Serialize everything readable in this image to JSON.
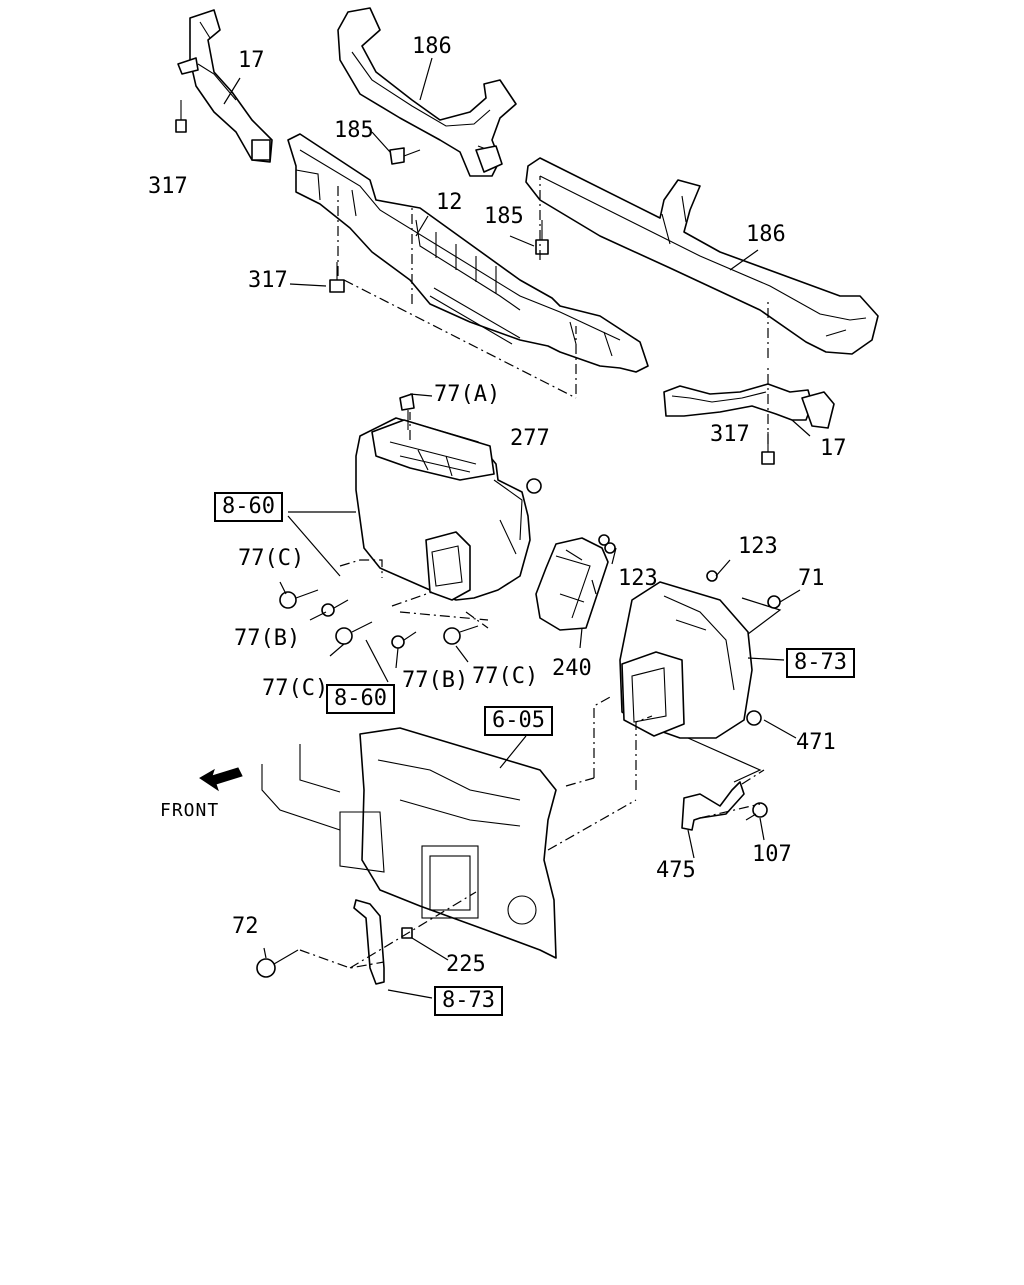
{
  "labels": {
    "duct_17_left": "17",
    "duct_186_top": "186",
    "bolt_185_top": "185",
    "bolt_317_left_top": "317",
    "duct_12": "12",
    "bolt_185_mid": "185",
    "duct_186_right": "186",
    "bolt_317_left_mid": "317",
    "bolt_77a": "77(A)",
    "nut_277": "277",
    "duct_17_right": "17",
    "bolt_317_right": "317",
    "ref_8_60_top": "8-60",
    "bolt_77c_left": "77(C)",
    "bolt_77b_left": "77(B)",
    "bolt_77c_bottom": "77(C)",
    "ref_8_60_bottom": "8-60",
    "bolt_77b_bottom": "77(B)",
    "bolt_77c_right": "77(C)",
    "screw_123_a": "123",
    "screw_123_b": "123",
    "nut_71": "71",
    "duct_240": "240",
    "ref_8_73_right": "8-73",
    "ref_6_05": "6-05",
    "nut_471": "471",
    "front_direction": "FRONT",
    "bolt_107": "107",
    "bracket_475": "475",
    "bolt_72": "72",
    "clip_225": "225",
    "ref_8_73_bottom": "8-73"
  },
  "icons": {
    "front_arrow": "arrow-icon"
  },
  "colors": {
    "line": "#000000",
    "background": "#ffffff"
  }
}
